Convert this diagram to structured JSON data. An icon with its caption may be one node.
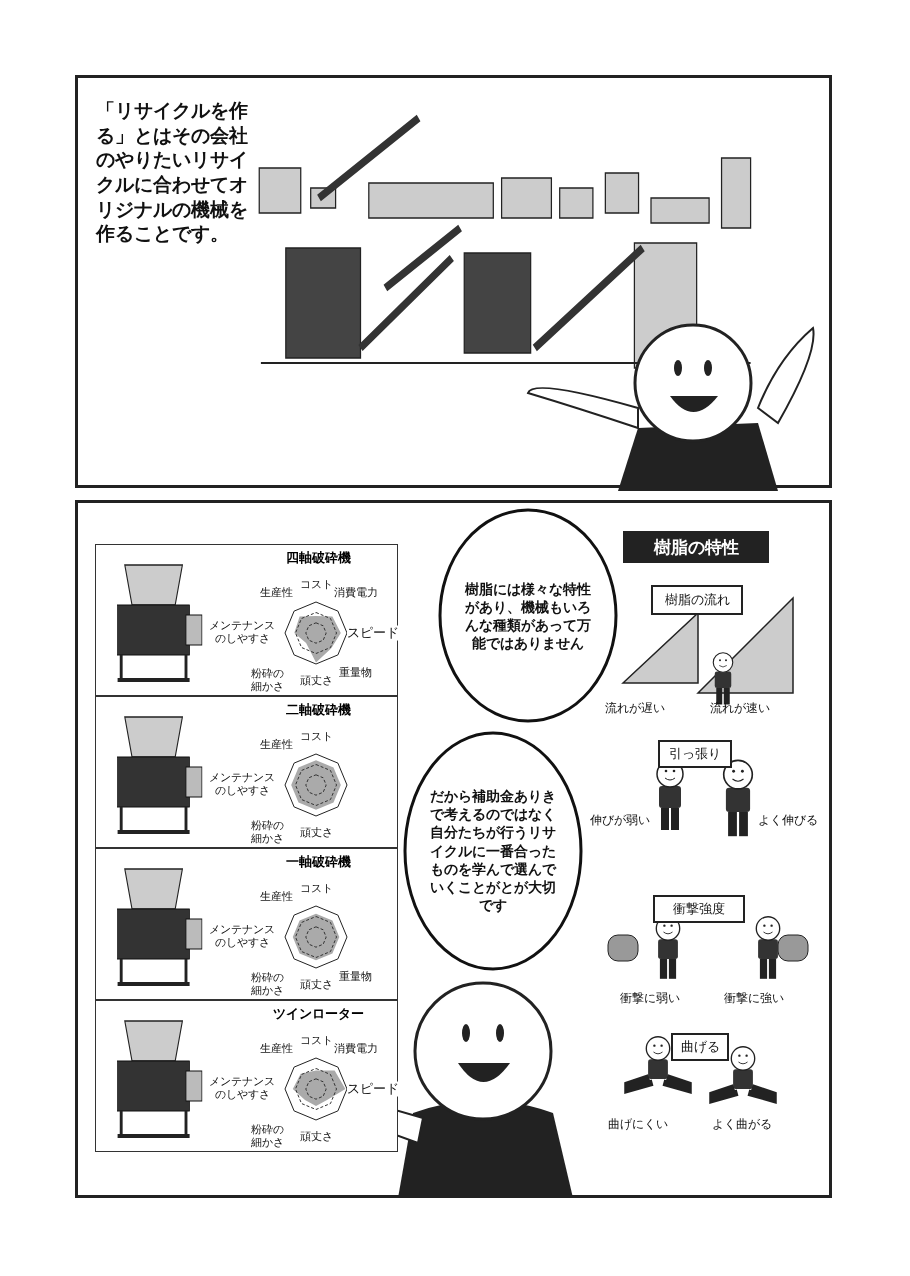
{
  "diagram": {
    "nodes": [
      {
        "text": [
          "「リサイクルを作る」とはその会社のやりたいリサイクルに合わせてオリジナルの機械を作ることです。"
        ]
      },
      {
        "text": [],
        "shape": "box"
      },
      {
        "text": [
          "樹脂には様々な特性があり、機械もいろんな種類があって万能ではありません"
        ],
        "in": 1
      },
      {
        "text": [
          "だから補助金ありきで考えるのではなく自分たちが行うリサイクルに一番合ったものを学んで選んでいくことがとが大切です"
        ],
        "in": 1
      },
      {
        "text": [
          "四軸破砕機",
          "コスト",
          "消費電力",
          "生産性",
          "メンテナンスのしやすさ",
          "スピード",
          "粉砕の細かさ",
          "重量物",
          "頑丈さ"
        ],
        "in": 1
      },
      {
        "text": [
          "二軸破砕機",
          "コスト",
          "生産性",
          "メンテナンスのしやすさ",
          "粉砕の細かさ",
          "頑丈さ"
        ],
        "in": 1
      },
      {
        "text": [
          "一軸破砕機",
          "コスト",
          "生産性",
          "メンテナンスのしやすさ",
          "粉砕の細かさ",
          "重量物",
          "頑丈さ"
        ],
        "in": 1
      },
      {
        "text": [
          "ツインローター",
          "コスト",
          "消費電力",
          "生産性",
          "メンテナンスのしやすさ",
          "スピード",
          "粉砕の細かさ",
          "頑丈さ"
        ],
        "in": 1
      },
      {
        "text": [
          "樹脂の特性"
        ],
        "in": 1
      },
      {
        "text": [
          "樹脂の流れ"
        ],
        "in": 1
      },
      {
        "text": [
          "引っ張り"
        ],
        "in": 1
      },
      {
        "text": [
          "衝撃強度"
        ],
        "in": 1
      },
      {
        "text": [
          "曲げる"
        ],
        "in": 1
      }
    ],
    "labels": [
      "流れが遅い",
      "流れが速い",
      "伸びが弱い",
      "よく伸びる",
      "衝撃に弱い",
      "衝撃に強い",
      "曲げにくい",
      "よく曲がる"
    ]
  }
}
